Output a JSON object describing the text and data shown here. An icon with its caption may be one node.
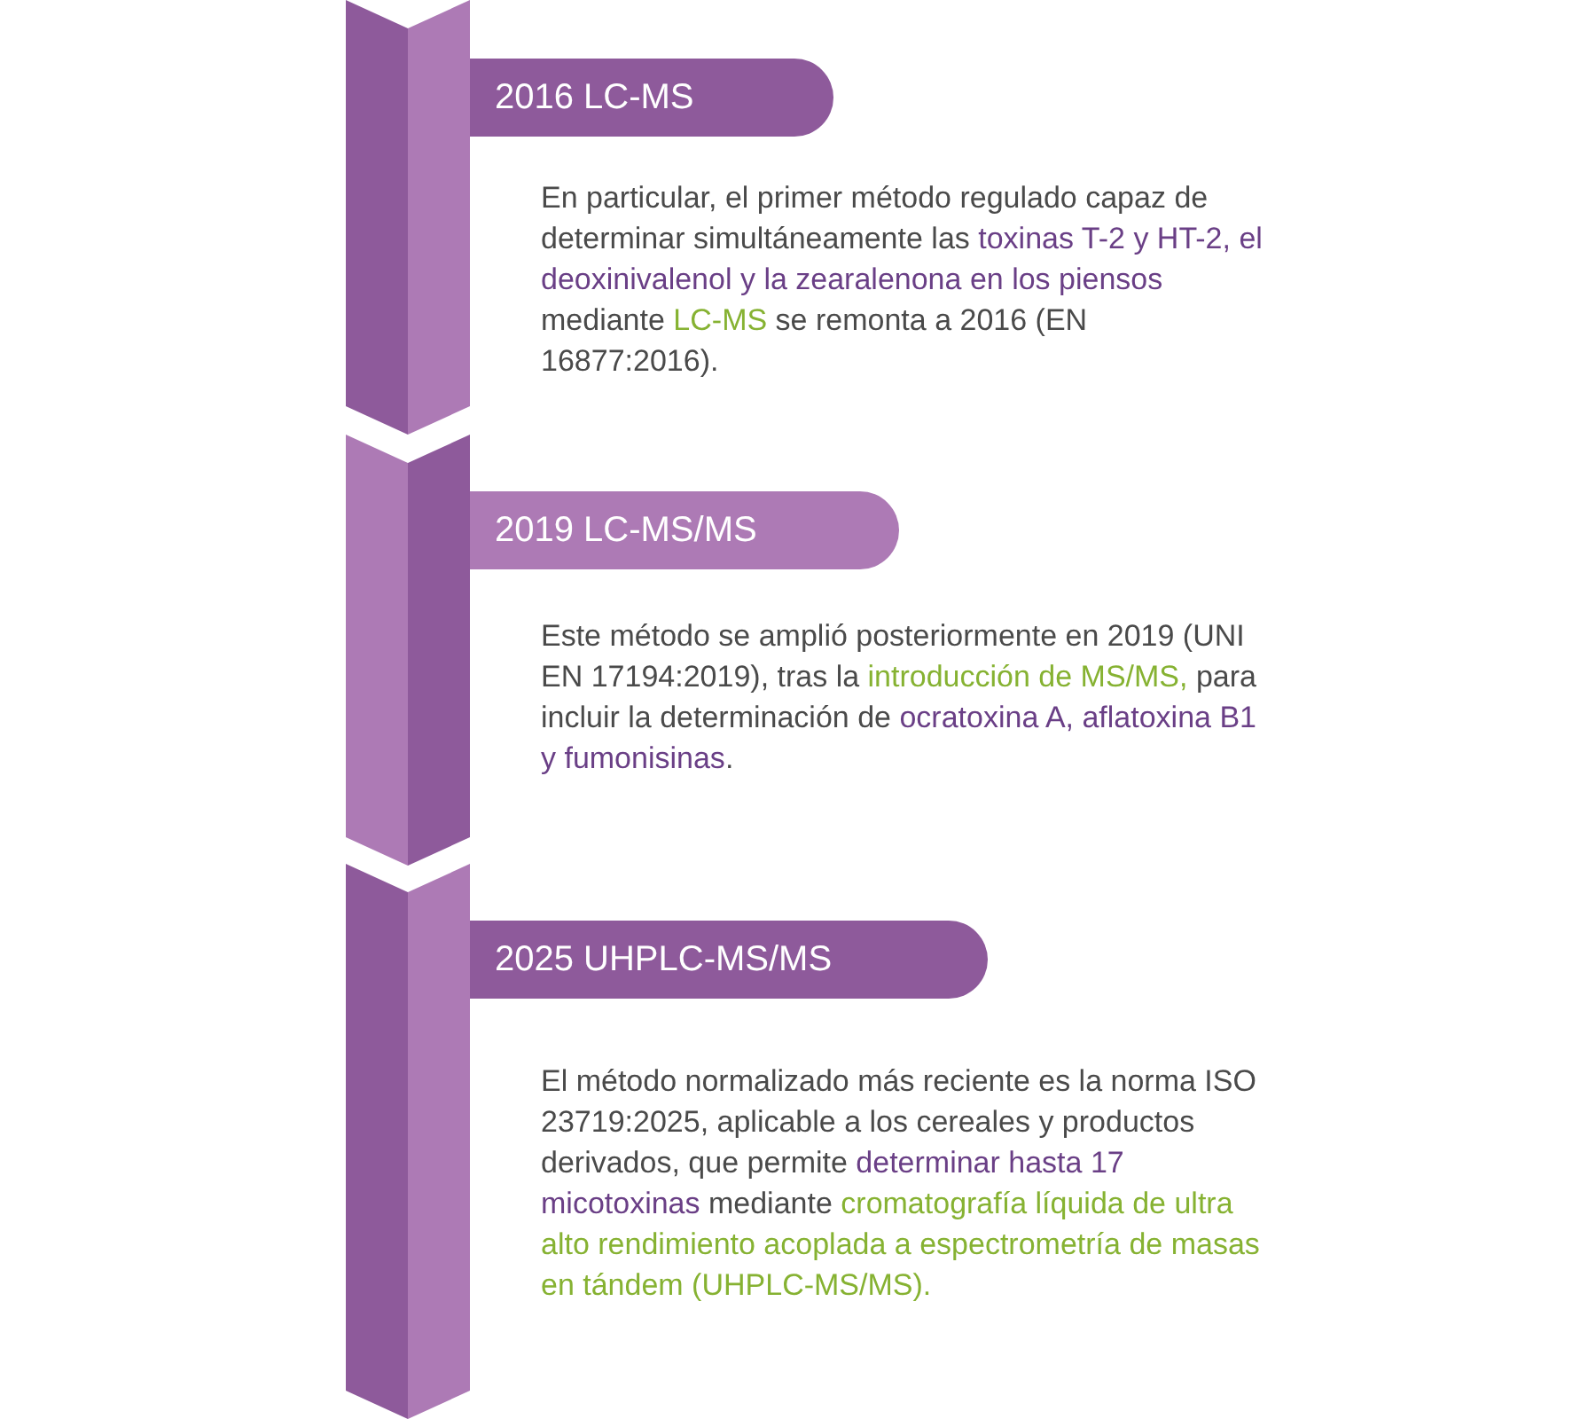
{
  "diagram": {
    "nodes": [
      {
        "text": [
          "2016 LC-MS"
        ],
        "beside": [
          "En particular, el primer método regulado capaz de determinar simultáneamente las **toxinas T-2 y HT-2, el deoxinivalenol y la zearalenona en los piensos** mediante *LC-MS* se remonta a 2016 (EN 16877:2016)."
        ]
      },
      {
        "text": [
          "2019 LC-MS/MS"
        ],
        "beside": [
          "Este método se amplió posteriormente en 2019 (UNI EN 17194:2019), tras la *introducción de MS/MS,* para incluir la determinación de **ocratoxina A, aflatoxina B1 y fumonisinas**."
        ]
      },
      {
        "text": [
          "2025 UHPLC-MS/MS"
        ],
        "beside": [
          "El método normalizado más reciente es la norma ISO 23719:2025, aplicable a los cereales y productos derivados, que permite **determinar hasta 17 micotoxinas** mediante *cromatografía líquida de ultra alto rendimiento acoplada a espectrometría de masas en tándem (UHPLC-MS/MS).*"
        ]
      }
    ]
  }
}
